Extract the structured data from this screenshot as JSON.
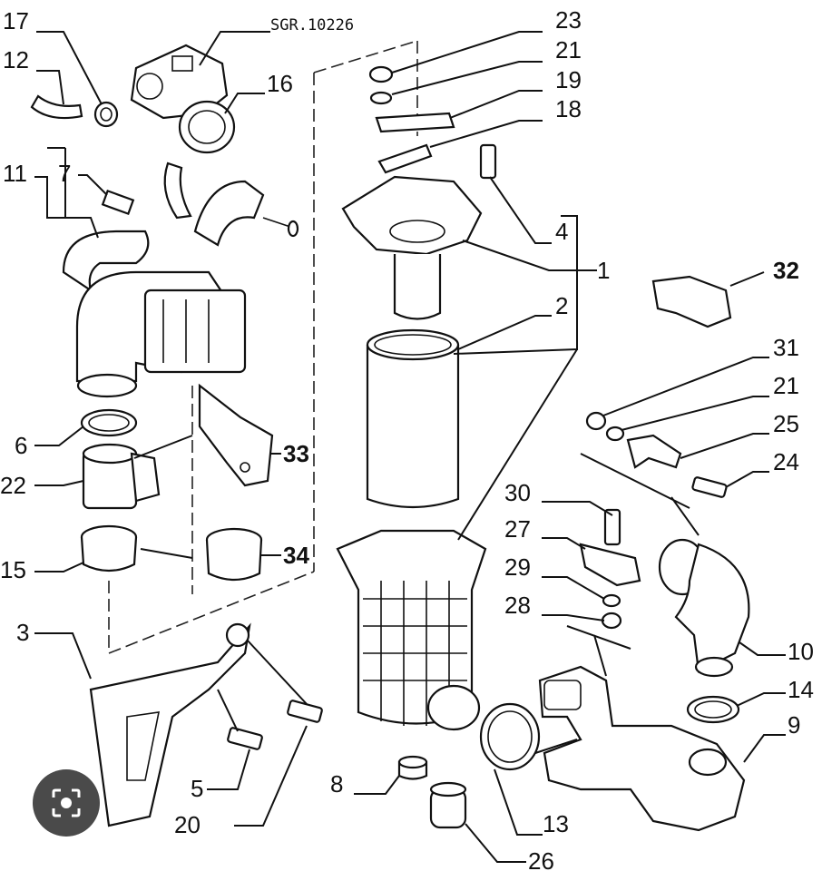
{
  "reference": "SGR.10226",
  "callouts": [
    "1",
    "2",
    "3",
    "4",
    "5",
    "6",
    "7",
    "8",
    "9",
    "10",
    "11",
    "12",
    "13",
    "14",
    "15",
    "16",
    "17",
    "18",
    "19",
    "20",
    "21",
    "21",
    "22",
    "23",
    "24",
    "25",
    "26",
    "27",
    "28",
    "29",
    "30",
    "31",
    "32",
    "33",
    "34"
  ],
  "overlay": {
    "icon": "camera-lens-icon"
  }
}
